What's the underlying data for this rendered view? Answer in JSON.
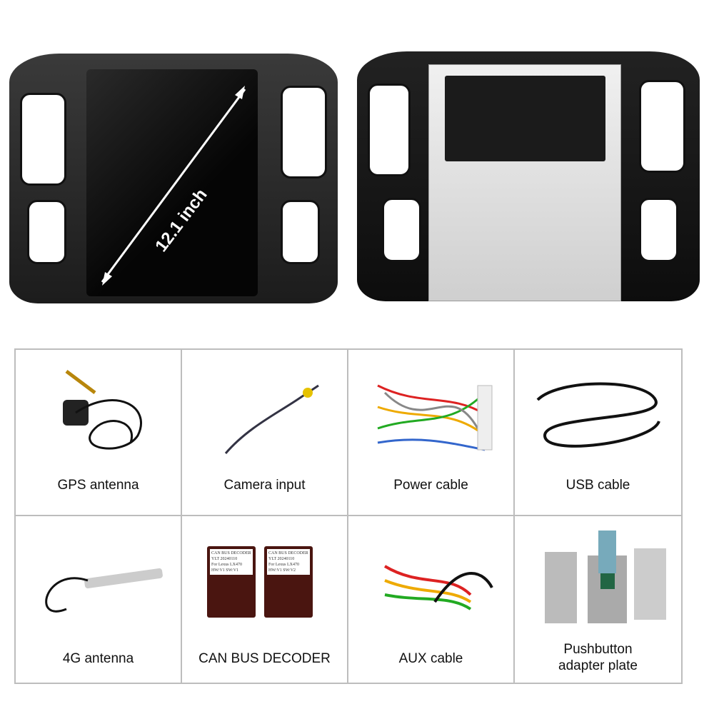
{
  "hero": {
    "screen_size_label": "12.1 inch"
  },
  "accessories": [
    {
      "label": "GPS antenna",
      "icon": "gps-antenna-photo"
    },
    {
      "label": "Camera input",
      "icon": "camera-cable-photo"
    },
    {
      "label": "Power cable",
      "icon": "power-harness-photo"
    },
    {
      "label": "USB cable",
      "icon": "usb-cable-photo"
    },
    {
      "label": "4G antenna",
      "icon": "4g-antenna-photo"
    },
    {
      "label": "CAN BUS DECODER",
      "icon": "canbus-decoder-photo"
    },
    {
      "label": "AUX cable",
      "icon": "aux-cable-photo"
    },
    {
      "label_line1": "Pushbutton",
      "label_line2": "adapter plate",
      "icon": "adapter-plate-photo"
    }
  ],
  "decoder_stickers": {
    "title": "CAN BUS DECODER",
    "model": "YLT 20240110",
    "car": "For Lexus LX470",
    "hw": "HW:V1",
    "sw1": "SW:V1",
    "sw2": "SW:V2"
  }
}
